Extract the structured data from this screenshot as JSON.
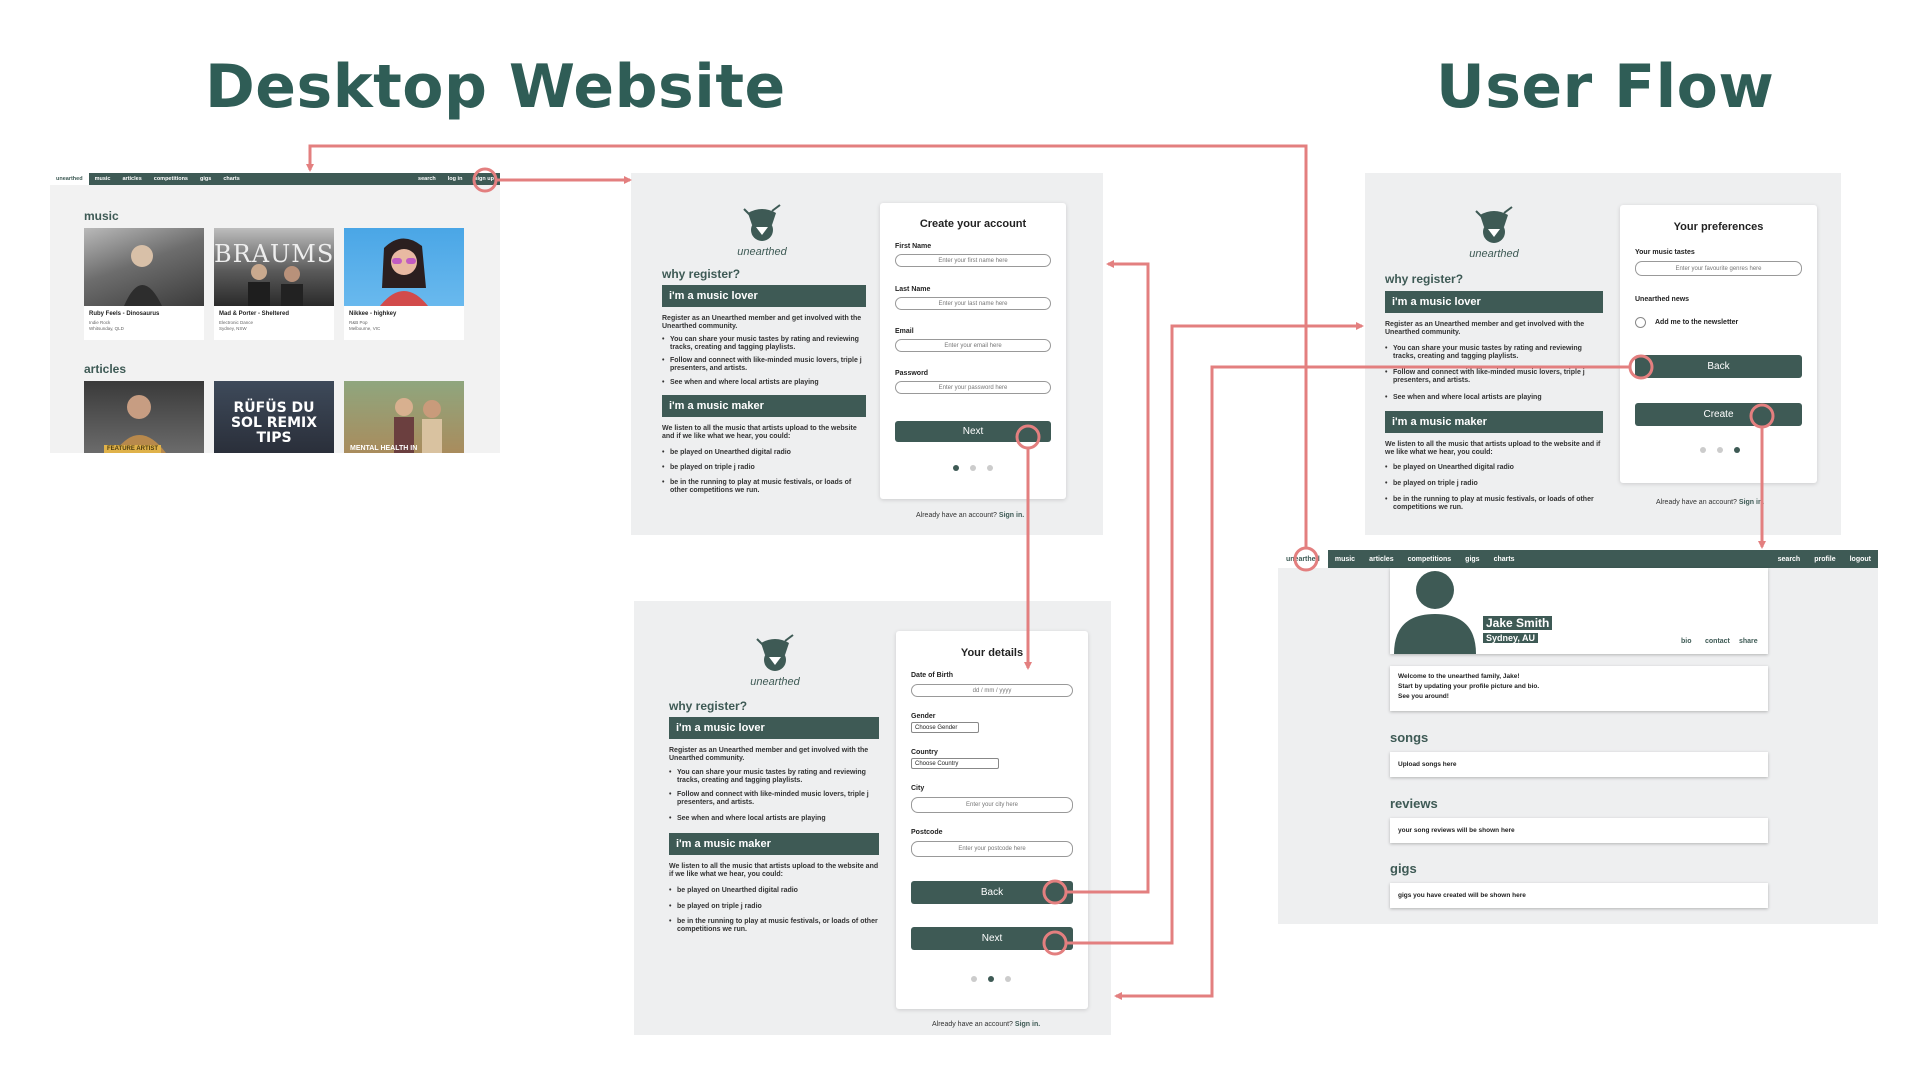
{
  "headings": {
    "left": "Desktop Website",
    "right": "User Flow"
  },
  "colors": {
    "brand": "#3e5a55",
    "heading": "#2f5d56",
    "flow": "#e37f7f",
    "panel": "#eeeff0"
  },
  "home": {
    "nav": {
      "brand": "unearthed",
      "items": [
        "music",
        "articles",
        "competitions",
        "gigs",
        "charts"
      ],
      "right": [
        "search",
        "log in",
        "sign up"
      ]
    },
    "music_title": "music",
    "music": [
      {
        "title": "Ruby Feels - Dinosaurus",
        "genre": "Indie Rock",
        "place": "Whitsunday, QLD"
      },
      {
        "title": "Mad & Porter - Sheltered",
        "genre": "Electronic Dance",
        "place": "Sydney, NSW",
        "banner": "BRAUMS"
      },
      {
        "title": "Nikkee - highkey",
        "genre": "R&B Pop",
        "place": "Melbourne, VIC"
      }
    ],
    "articles_title": "articles",
    "articles": [
      {
        "text": "FEATURE ARTIST"
      },
      {
        "text": "RÜFÜS DU SOL REMIX TIPS"
      },
      {
        "text": "MENTAL HEALTH IN"
      }
    ]
  },
  "register": {
    "logo": "unearthed",
    "why": "why register?",
    "lover": {
      "title": "i'm a music lover",
      "intro": "Register as an Unearthed member and get involved with the Unearthed community.",
      "bullets": [
        "You can share your music tastes by rating and reviewing tracks, creating and tagging playlists.",
        "Follow and connect with like-minded music lovers, triple j presenters, and artists.",
        "See when and where local artists are playing"
      ]
    },
    "maker": {
      "title": "i'm a music maker",
      "intro": "We listen to all the music that artists upload to the website and if we like what we hear, you could:",
      "bullets": [
        "be played on Unearthed digital radio",
        "be played on triple j radio",
        "be in the running to play at music festivals, or loads of other competitions we run."
      ]
    },
    "already": "Already have an account?",
    "signin": "Sign in."
  },
  "step1": {
    "title": "Create your account",
    "fields": [
      {
        "label": "First Name",
        "placeholder": "Enter your first name here"
      },
      {
        "label": "Last Name",
        "placeholder": "Enter your last name here"
      },
      {
        "label": "Email",
        "placeholder": "Enter your email here"
      },
      {
        "label": "Password",
        "placeholder": "Enter your password here"
      }
    ],
    "next": "Next"
  },
  "step2": {
    "title": "Your details",
    "dob_label": "Date of Birth",
    "dob_placeholder": "dd / mm / yyyy",
    "gender_label": "Gender",
    "gender_value": "Choose Gender",
    "country_label": "Country",
    "country_value": "Choose Country",
    "city_label": "City",
    "city_placeholder": "Enter your city here",
    "postcode_label": "Postcode",
    "postcode_placeholder": "Enter your postcode here",
    "back": "Back",
    "next": "Next"
  },
  "step3": {
    "title": "Your preferences",
    "tastes_label": "Your music tastes",
    "tastes_placeholder": "Enter your favourite genres here",
    "news_label": "Unearthed news",
    "newsletter": "Add me to the newsletter",
    "back": "Back",
    "create": "Create"
  },
  "profile": {
    "nav": {
      "brand": "unearthed",
      "items": [
        "music",
        "articles",
        "competitions",
        "gigs",
        "charts"
      ],
      "right": [
        "search",
        "profile",
        "logout"
      ]
    },
    "name": "Jake Smith",
    "location": "Sydney, AU",
    "links": [
      "bio",
      "contact",
      "share"
    ],
    "welcome": [
      "Welcome to the unearthed family, Jake!",
      "Start by updating your profile picture and bio.",
      "See you around!"
    ],
    "songs_title": "songs",
    "songs_text": "Upload songs here",
    "reviews_title": "reviews",
    "reviews_text": "your song reviews will be shown here",
    "gigs_title": "gigs",
    "gigs_text": "gigs you have created will be shown here"
  }
}
